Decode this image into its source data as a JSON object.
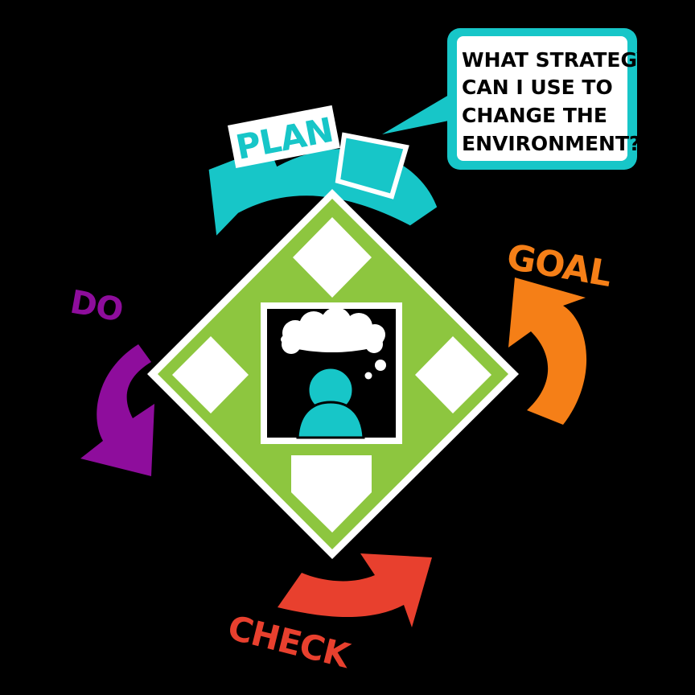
{
  "labels": {
    "plan": "PLAN",
    "goal": "GOAL",
    "do": "DO",
    "check": "CHECK"
  },
  "speech_bubble": {
    "lines": [
      "WHAT STRATEGY",
      "CAN I USE TO",
      "CHANGE THE",
      "ENVIRONMENT?"
    ]
  },
  "colors": {
    "background": "#000000",
    "plan": "#17c6c8",
    "goal": "#f57f17",
    "do": "#8e0d9c",
    "check": "#e8402e",
    "field": "#8dc63f",
    "base": "#ffffff",
    "person": "#17c6c8"
  }
}
